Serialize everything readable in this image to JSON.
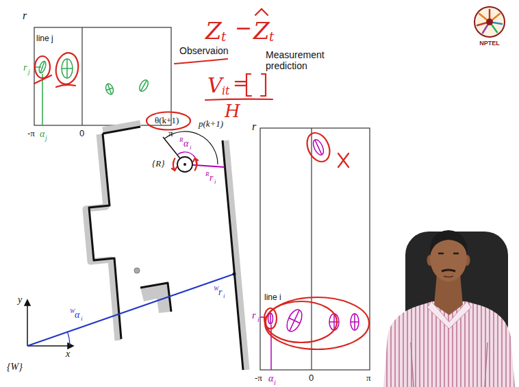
{
  "diagram": {
    "labels": [
      "r",
      "line j",
      "r",
      "j",
      "-π",
      "α",
      "j",
      "0",
      "π",
      "Observaion",
      "Z",
      "t",
      "−",
      "Z",
      "t",
      "V",
      "it",
      "=",
      "H",
      "Measurement prediction",
      "NPTEL",
      "r",
      "line i",
      "r",
      "i",
      "-π",
      "α",
      "i",
      "0",
      "π",
      "y",
      "x",
      "{W}",
      "W",
      "α",
      "i",
      "W",
      "r",
      "i",
      "{R}",
      "θ(k+1)",
      "p(k+1)",
      "R",
      "α",
      "i",
      "R",
      "r",
      "i"
    ]
  }
}
